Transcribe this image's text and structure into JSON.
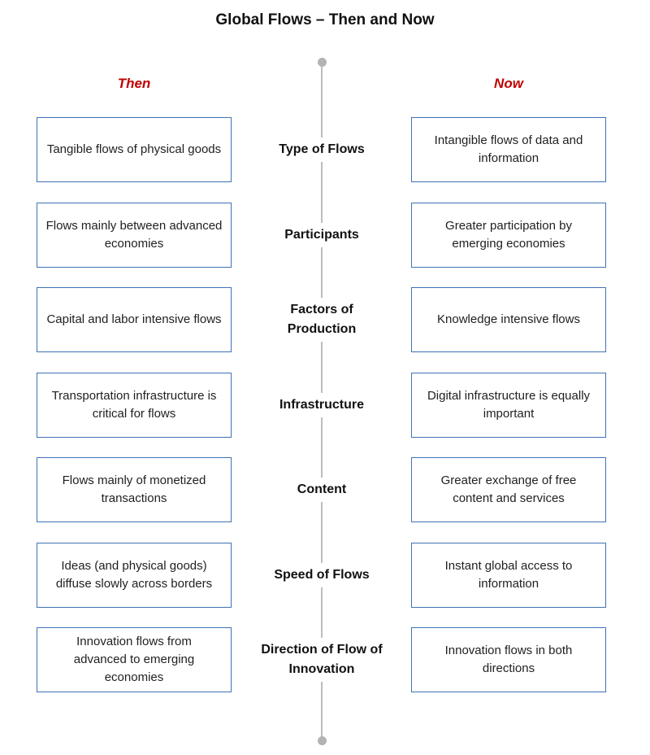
{
  "title": "Global Flows – Then and Now",
  "columns": {
    "then": "Then",
    "now": "Now",
    "header_color": "#c00000"
  },
  "box_border_color": "#3f72b5",
  "rows": [
    {
      "label": "Type of Flows",
      "then": "Tangible flows of physical goods",
      "now": "Intangible flows of data and information"
    },
    {
      "label": "Participants",
      "then": "Flows mainly between advanced economies",
      "now": "Greater participation by emerging economies"
    },
    {
      "label": "Factors of Production",
      "then": "Capital and labor intensive flows",
      "now": "Knowledge intensive flows"
    },
    {
      "label": "Infrastructure",
      "then": "Transportation infrastructure is critical for flows",
      "now": "Digital infrastructure is equally important"
    },
    {
      "label": "Content",
      "then": "Flows mainly of monetized transactions",
      "now": "Greater exchange of free content and services"
    },
    {
      "label": "Speed of Flows",
      "then": "Ideas (and physical goods) diffuse slowly across borders",
      "now": "Instant global access to information"
    },
    {
      "label": "Direction of Flow of Innovation",
      "then": "Innovation flows from advanced to emerging economies",
      "now": "Innovation flows in both directions"
    }
  ]
}
